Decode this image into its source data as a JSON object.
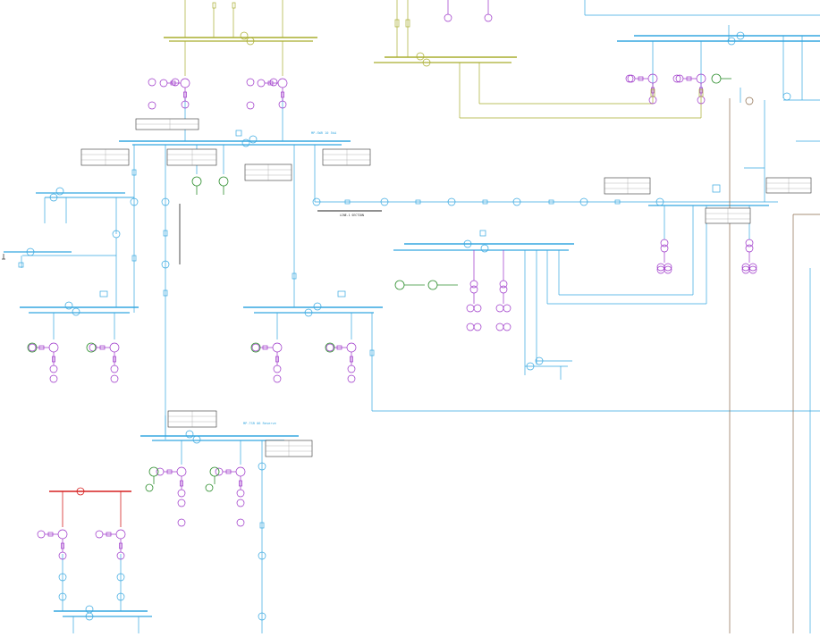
{
  "colors": {
    "cyan": "#35a7e0",
    "blue": "#1d87c9",
    "olive": "#a9ad2e",
    "purple": "#9b32c8",
    "green": "#2f8f2f",
    "red": "#d62020",
    "teal": "#1ea0b0",
    "brown": "#8a6a4a",
    "black": "#222222"
  },
  "labels": {
    "bus_main_upper": "MP-SWR 10 5kA",
    "bus_lower": "MP-TSR 06 Reserve",
    "line_label": "LINE-1 SECTION"
  },
  "icons": [
    "breaker-icon",
    "transformer-icon",
    "generator-icon",
    "load-icon",
    "ground-icon"
  ]
}
